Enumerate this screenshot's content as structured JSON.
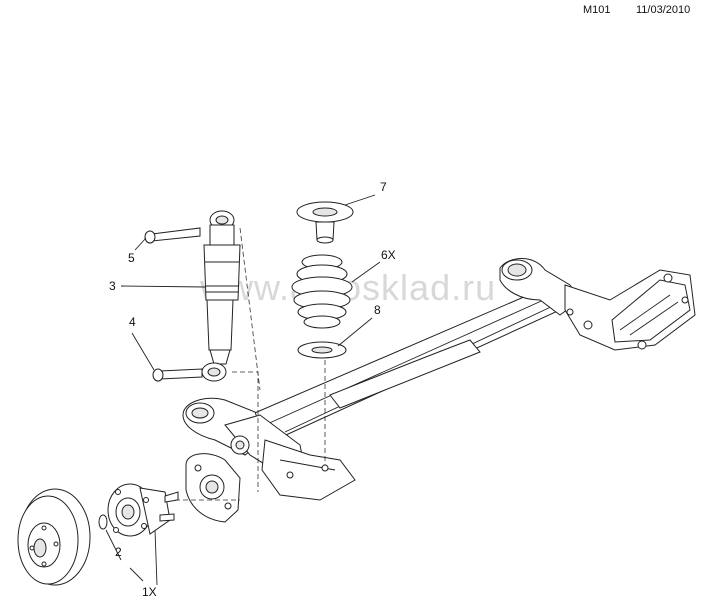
{
  "header": {
    "diagram_code": "M101",
    "date": "11/03/2010"
  },
  "watermark": "www.avtosklad.ru",
  "callouts": {
    "c1x": "1X",
    "c2": "2",
    "c3": "3",
    "c4": "4",
    "c5": "5",
    "c6x": "6X",
    "c7": "7",
    "c8": "8"
  }
}
